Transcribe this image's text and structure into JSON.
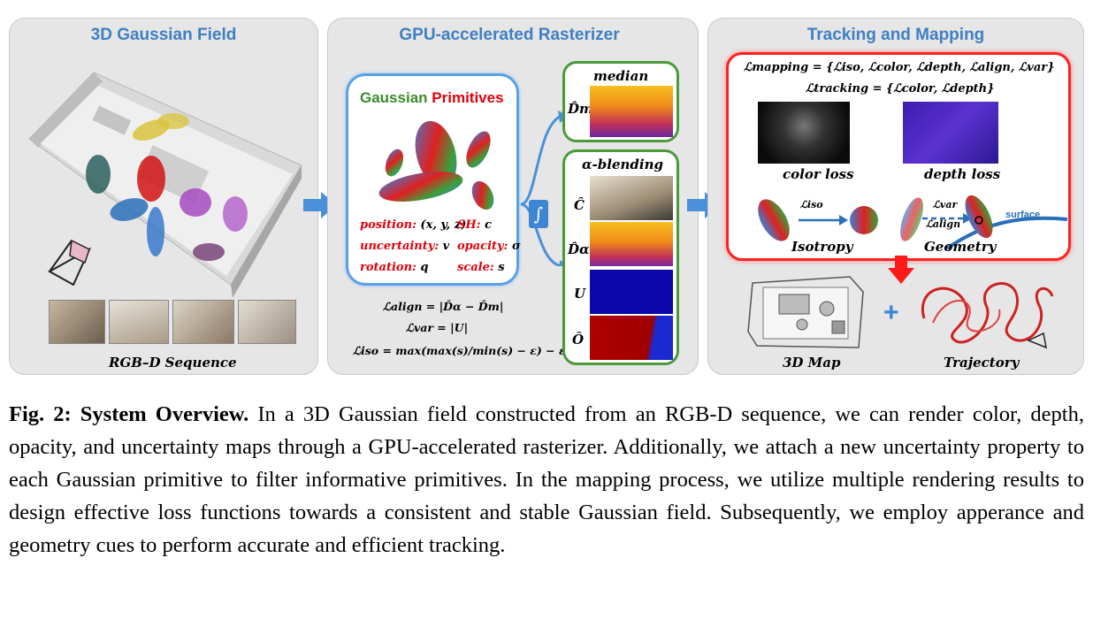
{
  "panels": {
    "left_title": "3D Gaussian Field",
    "middle_title": "GPU-accelerated Rasterizer",
    "right_title": "Tracking and Mapping"
  },
  "left": {
    "sequence_label": "RGB–D Sequence"
  },
  "middle": {
    "gp_title_green": "Gaussian",
    "gp_title_red": "Primitives",
    "attr_position": "position:",
    "attr_position_val": "(x, y, z)",
    "attr_sh": "SH:",
    "attr_sh_val": "c",
    "attr_uncertainty": "uncertainty:",
    "attr_uncertainty_val": "v",
    "attr_opacity": "opacity:",
    "attr_opacity_val": "σ",
    "attr_rotation": "rotation:",
    "attr_rotation_val": "q",
    "attr_scale": "scale:",
    "attr_scale_val": "s",
    "eq_align": "ℒalign = |D̂α − D̂m|",
    "eq_var": "ℒvar = |U|",
    "eq_iso": "ℒiso = max(max(s)/min(s) − ε) − ε",
    "integral": "∫",
    "median_label": "median",
    "median_sym": "D̂m",
    "alpha_label": "α-blending",
    "sym_c": "Ĉ",
    "sym_da": "D̂α",
    "sym_u": "U",
    "sym_o": "Ô"
  },
  "right": {
    "eq_mapping": "ℒmapping = {ℒiso, ℒcolor, ℒdepth, ℒalign, ℒvar}",
    "eq_tracking": "ℒtracking = {ℒcolor, ℒdepth}",
    "color_loss": "color loss",
    "depth_loss": "depth loss",
    "l_iso": "ℒiso",
    "l_var": "ℒvar",
    "l_align": "ℒalign",
    "surface": "surface",
    "isotropy": "Isotropy",
    "geometry": "Geometry",
    "map_label": "3D Map",
    "trajectory_label": "Trajectory",
    "plus": "+"
  },
  "caption": {
    "lead": "Fig. 2: System Overview.",
    "text": " In a 3D Gaussian field constructed from an RGB-D sequence, we can render color, depth, opacity, and uncertainty maps through a GPU-accelerated rasterizer. Additionally, we attach a new uncertainty property to each Gaussian primitive to filter informative primitives. In the mapping process, we utilize multiple rendering results to design effective loss functions towards a consistent and stable Gaussian field. Subsequently, we employ apperance and geometry cues to perform accurate and efficient tracking."
  },
  "colors": {
    "title_blue": "#3f7fc4",
    "arrow_blue": "#4a90d9",
    "green_border": "#4a9a3a",
    "red_border": "#ff2020",
    "attr_red": "#e0000a"
  }
}
